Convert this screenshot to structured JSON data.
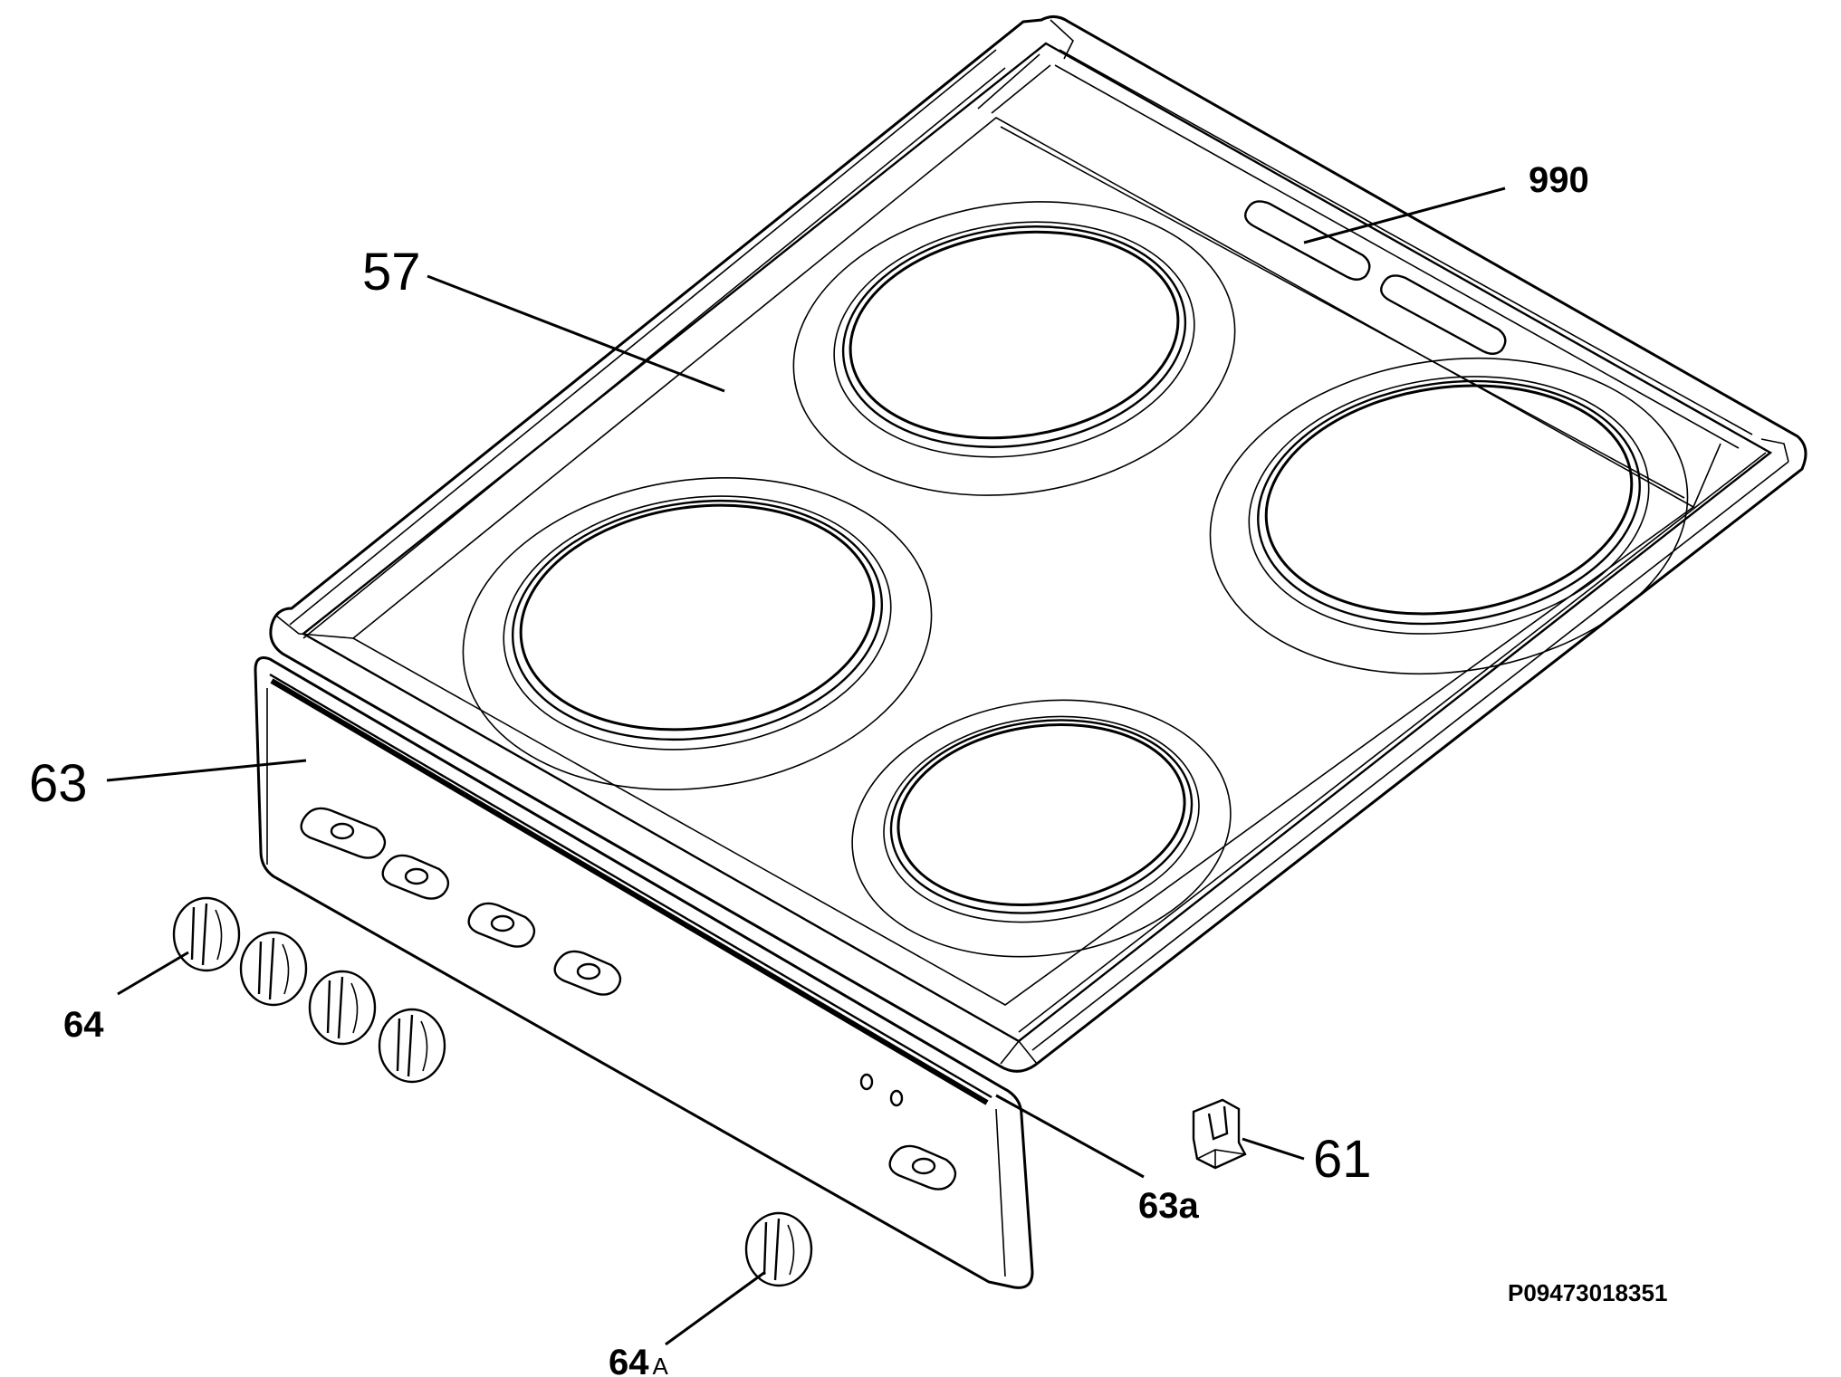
{
  "callouts": {
    "c990": "990",
    "c57": "57",
    "c63": "63",
    "c64": "64",
    "c64A_num": "64",
    "c64A_sub": "A",
    "c63a": "63a",
    "c61": "61"
  },
  "part_code": "P09473018351"
}
